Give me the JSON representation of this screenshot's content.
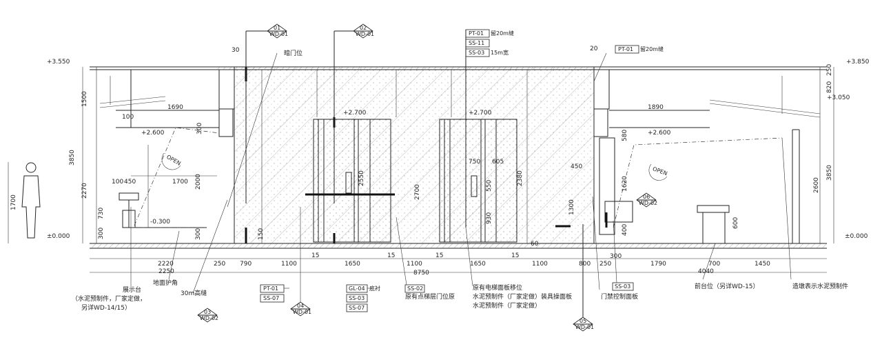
{
  "elevations": {
    "top_left": "+3.550",
    "top_right": "+3.850",
    "right_mid": "+3.050",
    "zero_left": "±0.000",
    "zero_right": "±0.000",
    "door_left": "+2.700",
    "door_mid": "+2.700",
    "left_lintel": "+2.600",
    "right_lintel": "+2.600",
    "pit": "-0.300"
  },
  "markers": [
    {
      "num": "01",
      "ref": "WD-01"
    },
    {
      "num": "02",
      "ref": "WD-01"
    },
    {
      "num": "03",
      "ref": "WD-02"
    },
    {
      "num": "04",
      "ref": "WD-01"
    },
    {
      "num": "05",
      "ref": "WD-01"
    },
    {
      "num": "06",
      "ref": "WD-02"
    }
  ],
  "tags": {
    "pt01_top": "PT-01",
    "pt01_top_note": "留20m缝",
    "ss11": "SS-11",
    "ss03_top": "SS-03",
    "ss03_top_note": "15m宽",
    "pt01_right": "PT-01",
    "pt01_right_note": "留20m缝",
    "pt01_bottom": "PT-01",
    "ss07_bottom": "SS-07",
    "gl04": "GL-04",
    "gl04_note": "底衬",
    "ss03_mid": "SS-03",
    "ss07_mid": "SS-07",
    "ss02": "SS-02",
    "ss03_right": "SS-03"
  },
  "notes": {
    "door_pos": "暗门位",
    "display_1": "展示台",
    "display_2": "（水泥预制件，厂家定做，",
    "display_3": "另详WD-14/15）",
    "ground_guard": "地面护角",
    "gap_high": "30m高缝",
    "floor_light": "原有点梯层门位原",
    "panel_1": "原有电梯面板移位",
    "panel_2": "水泥预制件（厂家定做）装具操面板",
    "panel_3": "水泥预制件（厂家定做）",
    "door_ctrl": "门禁控制面板",
    "front_desk": "前台位（另详WD-15）",
    "pillar": "造墩表示水泥预制件",
    "open_left": "OPEN",
    "open_right": "OPEN"
  },
  "dims": {
    "bottom": [
      "2220",
      "250",
      "790",
      "1100",
      "15",
      "1650",
      "15",
      "1100",
      "15",
      "1650",
      "15",
      "1100",
      "800",
      "250",
      "300",
      "1790",
      "700",
      "1450"
    ],
    "overall_left": "2250",
    "overall_mid": "8750",
    "overall_right": "4040",
    "ceil_left": "1690",
    "ceil_right": "1890",
    "ceil_top_left": "30",
    "ceil_top_right": "20",
    "h_1500": "1500",
    "h_3850": "3850",
    "h_2270": "2270",
    "h_730": "730",
    "h_300": "300",
    "h_1700_fig": "1700",
    "w_100": "100",
    "w_450": "450",
    "w_1700": "1700",
    "h_2000": "2000",
    "h_300b": "300",
    "h_300c": "300",
    "w_100b": "100",
    "h_2550": "2550",
    "w_2700": "2700",
    "h_2380": "2380",
    "w_750": "750",
    "w_605": "605",
    "w_550": "550",
    "h_930": "930",
    "h_450": "450",
    "h_1300": "1300",
    "h_580": "580",
    "h_1620": "1620",
    "h_400": "400",
    "h_600": "600",
    "h_2600": "2600",
    "h_3850r": "3850",
    "h_250r": "250",
    "h_820": "820",
    "h_150": "150",
    "h_60": "60"
  },
  "colors": {
    "line": "#222222",
    "paper": "#ffffff"
  }
}
